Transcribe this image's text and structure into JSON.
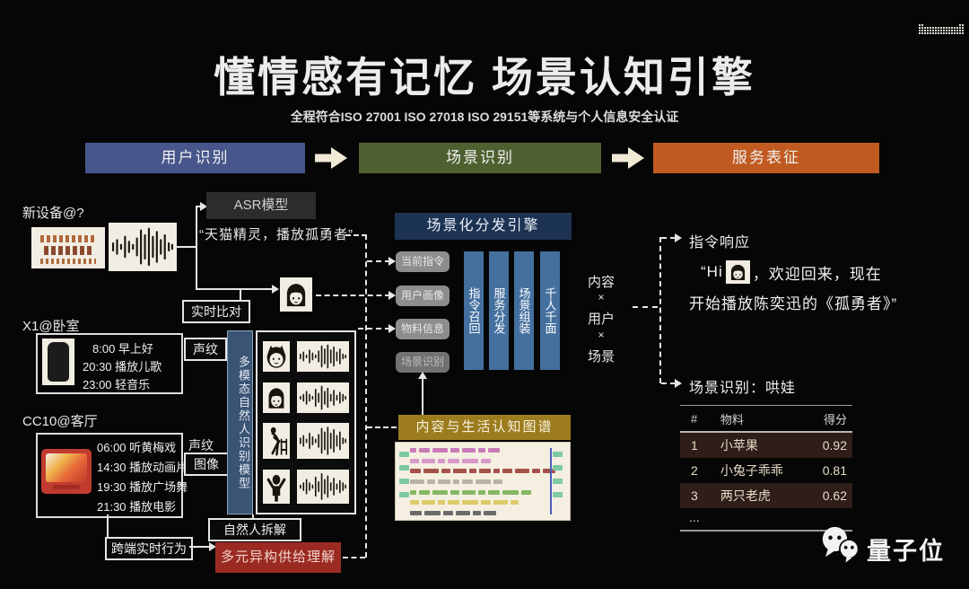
{
  "title": "懂情感有记忆 场景认知引擎",
  "subtitle": "全程符合ISO 27001 ISO 27018 ISO 29151等系统与个人信息安全认证",
  "pipeline": {
    "stages": [
      {
        "label": "用户识别",
        "color": "#47568b"
      },
      {
        "label": "场景识别",
        "color": "#4e6030"
      },
      {
        "label": "服务表征",
        "color": "#c05a20"
      }
    ]
  },
  "left": {
    "new_device_label": "新设备@?",
    "asr_label": "ASR模型",
    "asr_quote": "“天猫精灵，播放孤勇者”",
    "realtime_label": "实时比对",
    "x1": {
      "label": "X1@卧室",
      "items": [
        "8:00 早上好",
        "20:30 播放儿歌",
        "23:00 轻音乐"
      ],
      "tag": "声纹"
    },
    "cc10": {
      "label": "CC10@客厅",
      "items": [
        "06:00 听黄梅戏",
        "14:30 播放动画片",
        "19:30 播放广场舞",
        "21:30 播放电影"
      ],
      "tag_line1": "声纹",
      "tag_line2": "图像"
    },
    "model_label": "多模态自然人识别模型",
    "person_split_label": "自然人拆解",
    "cross_device_label": "跨端实时行为",
    "supply_label": "多元异构供给理解"
  },
  "center": {
    "engine_title": "场景化分发引擎",
    "inputs": [
      "当前指令",
      "用户画像",
      "物料信息",
      "场景识别"
    ],
    "bars": [
      "指令召回",
      "服务分发",
      "场景组装",
      "千人千面"
    ],
    "formula": [
      "内容",
      "×",
      "用户",
      "×",
      "场景"
    ],
    "kg_title": "内容与生活认知图谱"
  },
  "right": {
    "response_label": "指令响应",
    "quote_prefix": "“Hi",
    "quote_mid": "，欢迎回来，现在",
    "quote_line2": "开始播放陈奕迅的《孤勇者》”",
    "scene_label": "场景识别：哄娃",
    "table": {
      "headers": [
        "#",
        "物料",
        "得分"
      ],
      "rows": [
        {
          "rank": "1",
          "name": "小苹果",
          "score": "0.92"
        },
        {
          "rank": "2",
          "name": "小兔子乖乖",
          "score": "0.81"
        },
        {
          "rank": "3",
          "name": "两只老虎",
          "score": "0.62"
        }
      ],
      "more": "..."
    }
  },
  "footer": {
    "brand": "量子位"
  },
  "decor": {
    "accent_colors": {
      "blue": "#47568b",
      "green": "#4e6030",
      "orange": "#c05a20",
      "navy": "#1d3354",
      "steel": "#44709f",
      "gold": "#9c7c1e",
      "red": "#9b2b22"
    },
    "kg_rows": [
      {
        "color": "#c77bb8",
        "n": 7
      },
      {
        "color": "#d898c9",
        "n": 6
      },
      {
        "color": "#a5524a",
        "n": 11
      },
      {
        "color": "#b7b2a2",
        "n": 7
      },
      {
        "color": "#85b861",
        "n": 9
      },
      {
        "color": "#ddc96a",
        "n": 8
      },
      {
        "color": "#6b6b6b",
        "n": 6
      }
    ],
    "kg_side_chips": 4
  }
}
